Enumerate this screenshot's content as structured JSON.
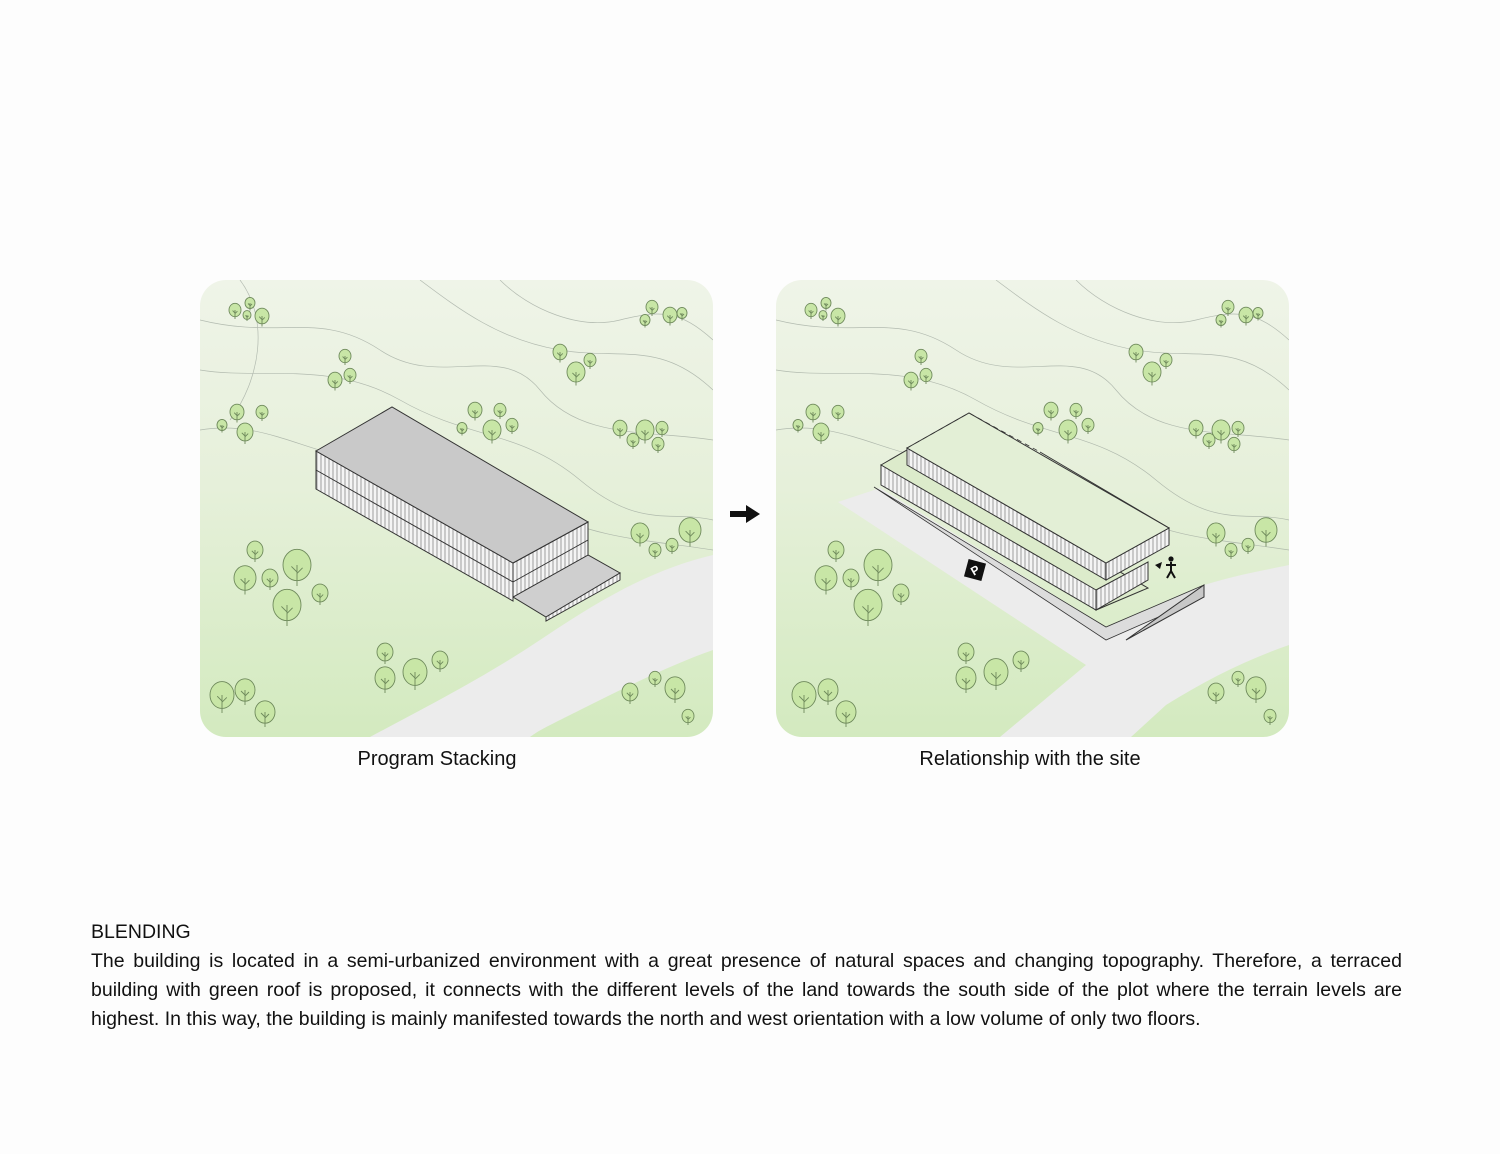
{
  "diagrams": [
    {
      "caption": "Program Stacking",
      "roof_color": "#c9c9c9"
    },
    {
      "caption": "Relationship with the site",
      "roof_color": "#dcebcb",
      "parking_label": "P"
    }
  ],
  "arrow_icon": "right-arrow",
  "text": {
    "heading": "BLENDING",
    "paragraph": "The building is located in a semi-urbanized environment with a great presence of natural spaces and changing topography. Therefore, a terraced building with green roof is proposed, it connects with the different levels of the land towards the south side of the plot where the terrain levels are highest. In this way, the building is mainly manifested towards the north and west orientation with a low volume of only two floors."
  },
  "colors": {
    "grass_top": "#eff4e8",
    "grass_bottom": "#d3eabf",
    "road": "#ececec",
    "tree": "#c8e6a6"
  }
}
